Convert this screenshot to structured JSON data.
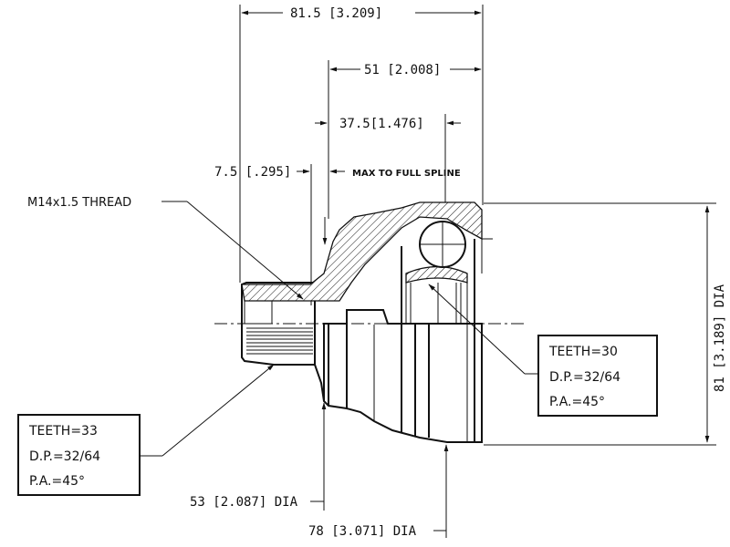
{
  "dimensions": {
    "overall_length": "81.5 [3.209]",
    "length_51": "51 [2.008]",
    "length_37_5": "37.5[1.476]",
    "length_7_5": "7.5 [.295]",
    "max_to_full_spline": "MAX TO FULL SPLINE",
    "dia_81": "81 [3.189] DIA",
    "dia_53": "53 [2.087] DIA",
    "dia_78": "78 [3.071] DIA"
  },
  "thread_label": "M14x1.5 THREAD",
  "spline_outer": {
    "teeth": "TEETH=33",
    "dp": "D.P.=32/64",
    "pa": "P.A.=45°"
  },
  "spline_inner": {
    "teeth": "TEETH=30",
    "dp": "D.P.=32/64",
    "pa": "P.A.=45°"
  }
}
